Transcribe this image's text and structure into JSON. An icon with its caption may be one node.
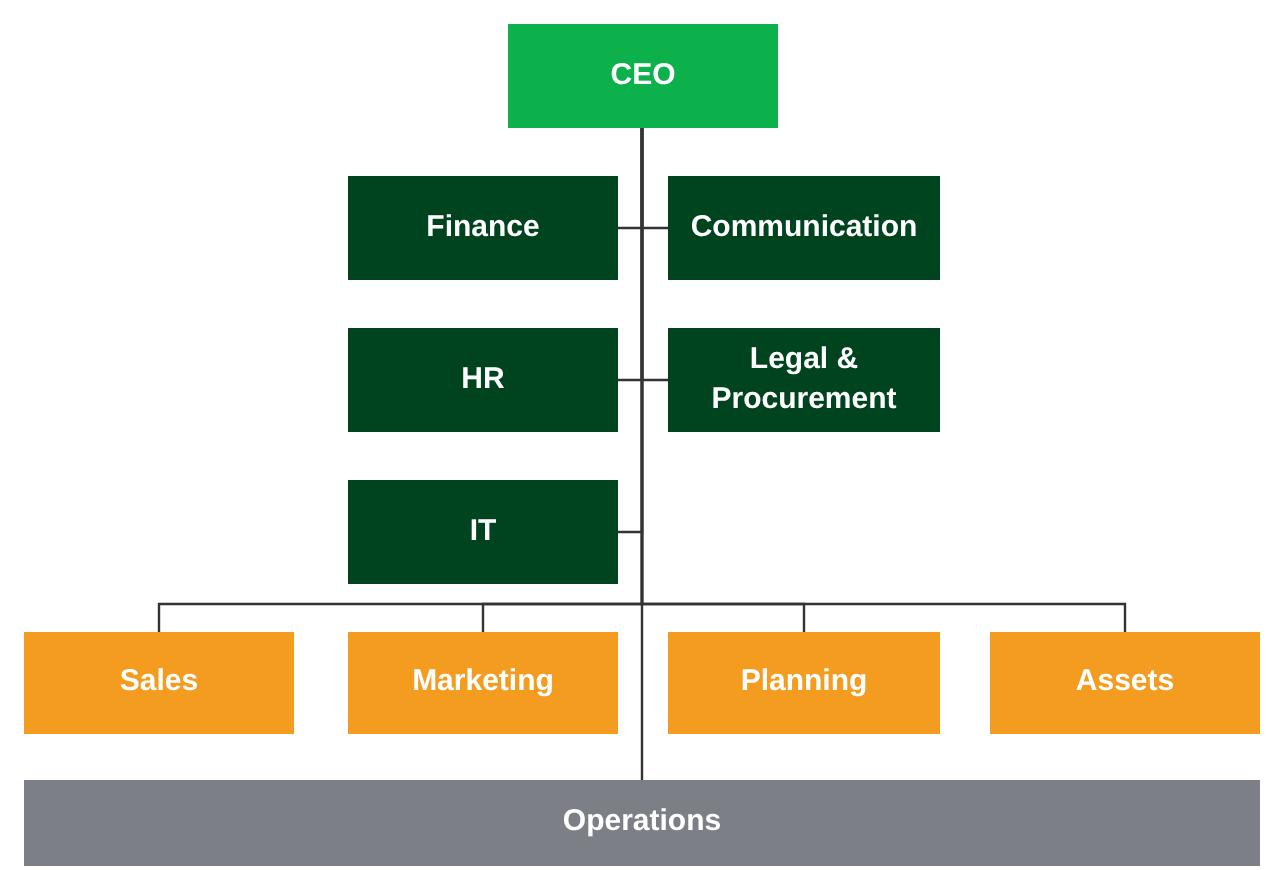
{
  "diagram": {
    "nodes": [
      {
        "text": [
          "CEO"
        ]
      },
      {
        "text": [
          "Finance"
        ]
      },
      {
        "text": [
          "Communication"
        ]
      },
      {
        "text": [
          "HR"
        ]
      },
      {
        "text": [
          "Legal & Procurement"
        ]
      },
      {
        "text": [
          "IT"
        ]
      },
      {
        "text": [
          "Sales"
        ]
      },
      {
        "text": [
          "Marketing"
        ]
      },
      {
        "text": [
          "Planning"
        ]
      },
      {
        "text": [
          "Assets"
        ]
      },
      {
        "text": [
          "Operations"
        ]
      }
    ],
    "edges": [
      {
        "from": 0,
        "to": 1,
        "arrow": "none"
      },
      {
        "from": 0,
        "to": 2,
        "arrow": "none"
      },
      {
        "from": 0,
        "to": 3,
        "arrow": "none"
      },
      {
        "from": 0,
        "to": 4,
        "arrow": "none"
      },
      {
        "from": 0,
        "to": 5,
        "arrow": "none"
      },
      {
        "from": 0,
        "to": 6,
        "arrow": "none"
      },
      {
        "from": 0,
        "to": 7,
        "arrow": "none"
      },
      {
        "from": 0,
        "to": 8,
        "arrow": "none"
      },
      {
        "from": 0,
        "to": 9,
        "arrow": "none"
      },
      {
        "from": 0,
        "to": 10,
        "arrow": "none"
      }
    ]
  }
}
